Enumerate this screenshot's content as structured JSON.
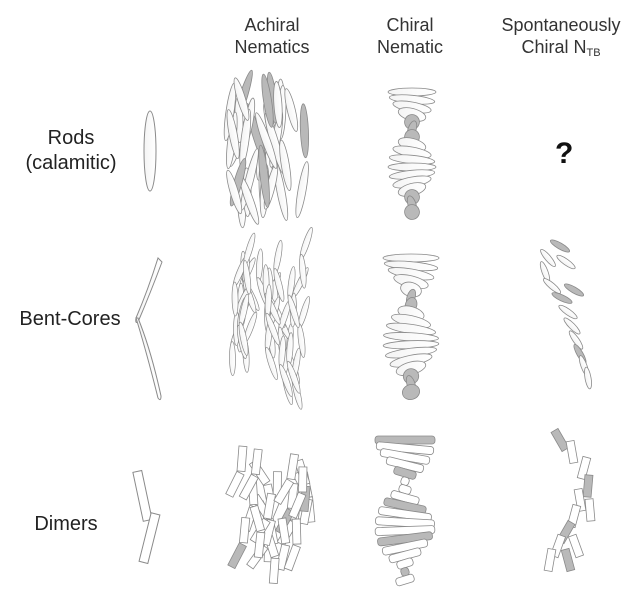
{
  "headers": {
    "achiral": {
      "line1": "Achiral",
      "line2": "Nematics"
    },
    "chiral": {
      "line1": "Chiral",
      "line2": "Nematic"
    },
    "spontaneous": {
      "line1": "Spontaneously",
      "line2_main": "Chiral N",
      "line2_sub": "TB"
    }
  },
  "rows": {
    "rods": {
      "line1": "Rods",
      "line2": "(calamitic)"
    },
    "bent": {
      "line1": "Bent-Cores"
    },
    "dimers": {
      "line1": "Dimers"
    }
  },
  "unknown_marker": "?",
  "colors": {
    "fill": "#ffffff",
    "stroke": "#8a8a8a",
    "shade": "#b9b9b9"
  }
}
